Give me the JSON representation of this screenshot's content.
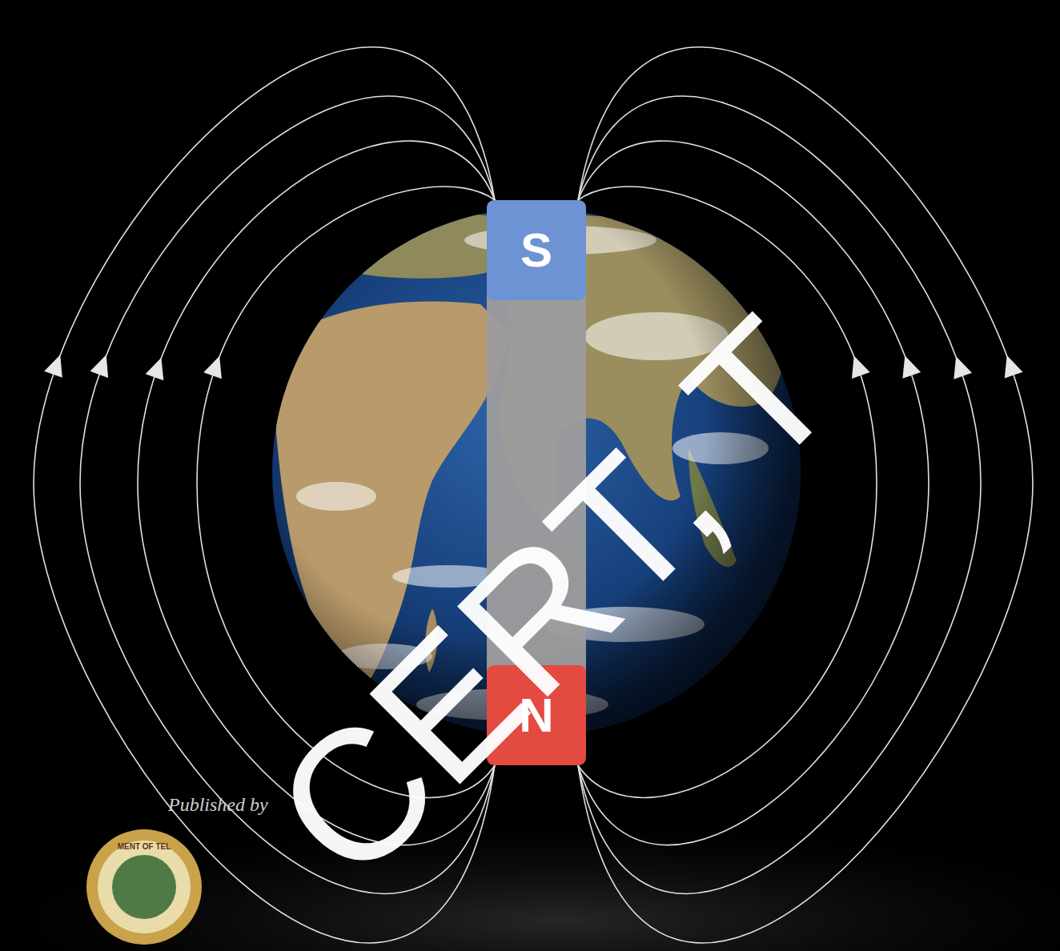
{
  "diagram": {
    "nodes": [
      {
        "text": [
          "S"
        ]
      },
      {
        "text": [
          "N"
        ]
      }
    ],
    "edges": [
      {
        "from": 1,
        "to": 0,
        "arrow": "to"
      },
      {
        "from": 1,
        "to": 0,
        "arrow": "to"
      },
      {
        "from": 1,
        "to": 0,
        "arrow": "to"
      },
      {
        "from": 1,
        "to": 0,
        "arrow": "to"
      },
      {
        "from": 1,
        "to": 0,
        "arrow": "to"
      },
      {
        "from": 1,
        "to": 0,
        "arrow": "to"
      },
      {
        "from": 1,
        "to": 0,
        "arrow": "to"
      },
      {
        "from": 1,
        "to": 0,
        "arrow": "to"
      }
    ],
    "labels": [
      "Published by",
      "MENT OF TEL",
      "CERT, T"
    ]
  }
}
